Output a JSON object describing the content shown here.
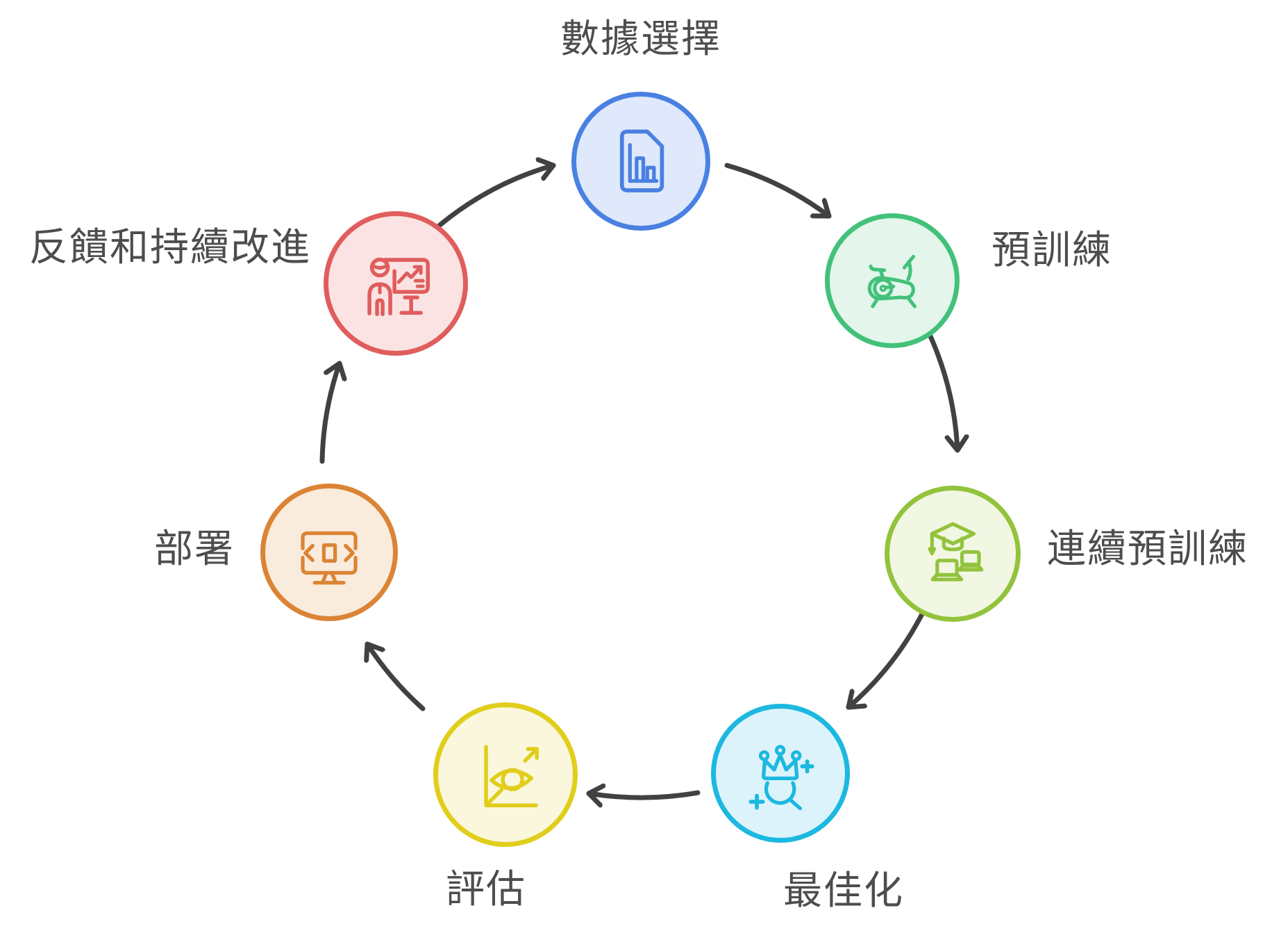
{
  "diagram": {
    "type": "circular-cycle",
    "direction": "clockwise",
    "background": "#ffffff",
    "label_color": "#4d4d4d",
    "arrow_color": "#414141"
  },
  "nodes": [
    {
      "id": "data-selection",
      "label": "數據選擇",
      "icon": "document-bar-chart-icon",
      "border": "#4a80e2",
      "fill": "#dfe9fb"
    },
    {
      "id": "pretraining",
      "label": "預訓練",
      "icon": "exercise-bike-icon",
      "border": "#43c17a",
      "fill": "#e4f6eb"
    },
    {
      "id": "continuous-pretraining",
      "label": "連續預訓練",
      "icon": "graduation-laptops-icon",
      "border": "#93c33d",
      "fill": "#f1f7e2"
    },
    {
      "id": "optimization",
      "label": "最佳化",
      "icon": "crown-magnifier-icon",
      "border": "#1db8e0",
      "fill": "#ddf3fb"
    },
    {
      "id": "evaluation",
      "label": "評估",
      "icon": "eye-chart-icon",
      "border": "#e0ce1b",
      "fill": "#faf7dc"
    },
    {
      "id": "deployment",
      "label": "部署",
      "icon": "monitor-code-icon",
      "border": "#db8435",
      "fill": "#faecdc"
    },
    {
      "id": "feedback-improvement",
      "label": "反饋和持續改進",
      "icon": "presenter-board-icon",
      "border": "#e05d5d",
      "fill": "#fbe3e3"
    }
  ]
}
